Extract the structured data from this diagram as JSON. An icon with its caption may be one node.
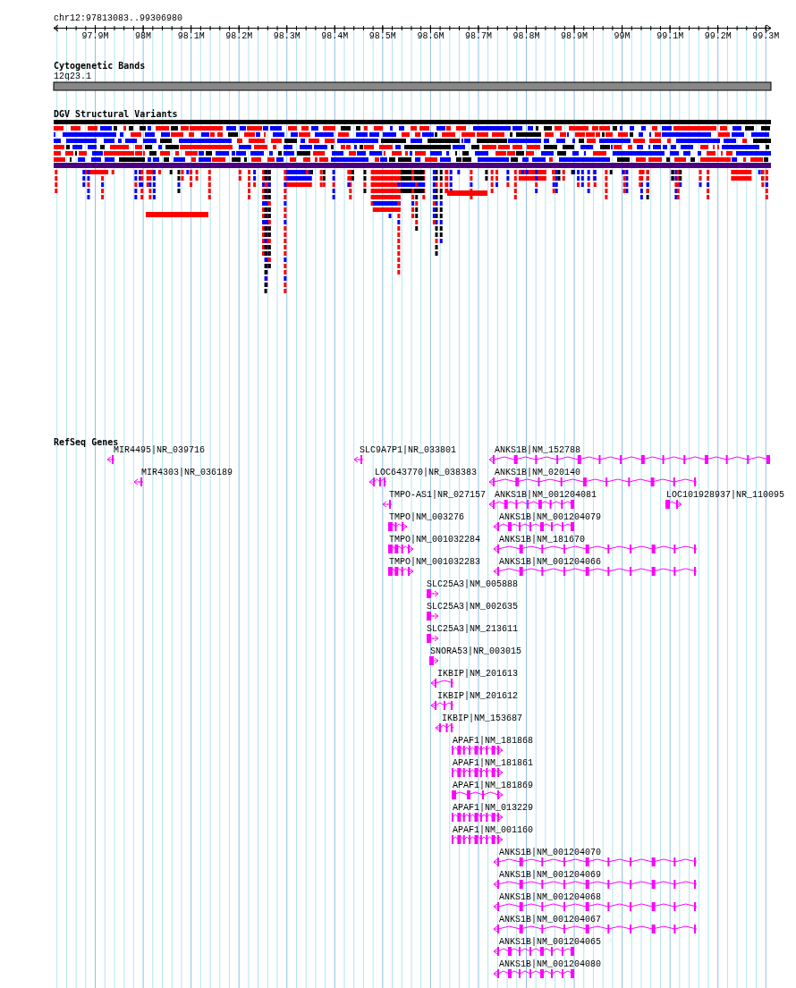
{
  "diagram": {
    "labels": [
      "chr12:97813083..99306980",
      "97.9M",
      "98M",
      "98.1M",
      "98.2M",
      "98.3M",
      "98.4M",
      "98.5M",
      "98.6M",
      "98.7M",
      "98.8M",
      "98.9M",
      "99M",
      "99.1M",
      "99.2M",
      "99.3M",
      "Cytogenetic Bands",
      "12q23.1",
      "DGV Structural Variants",
      "RefSeq Genes",
      "MIR4495|NR_039716",
      "SLC9A7P1|NR_033801",
      "ANKS1B|NM_152788",
      "MIR4303|NR_036189",
      "LOC643770|NR_038383",
      "ANKS1B|NM_020140",
      "TMPO-AS1|NR_027157",
      "ANKS1B|NM_001204081",
      "LOC101928937|NR_110095",
      "TMPO|NM_003276",
      "ANKS1B|NM_001204079",
      "TMPO|NM_001032284",
      "ANKS1B|NM_181670",
      "TMPO|NM_001032283",
      "ANKS1B|NM_001204066",
      "SLC25A3|NM_005888",
      "SLC25A3|NM_002635",
      "SLC25A3|NM_213611",
      "SNORA53|NR_003015",
      "IKBIP|NM_201613",
      "IKBIP|NM_201612",
      "IKBIP|NM_153687",
      "APAF1|NM_181868",
      "APAF1|NM_181861",
      "APAF1|NM_181869",
      "APAF1|NM_013229",
      "APAF1|NM_001160",
      "ANKS1B|NM_001204070",
      "ANKS1B|NM_001204069",
      "ANKS1B|NM_001204068",
      "ANKS1B|NM_001204067",
      "ANKS1B|NM_001204065",
      "ANKS1B|NM_001204080"
    ]
  }
}
